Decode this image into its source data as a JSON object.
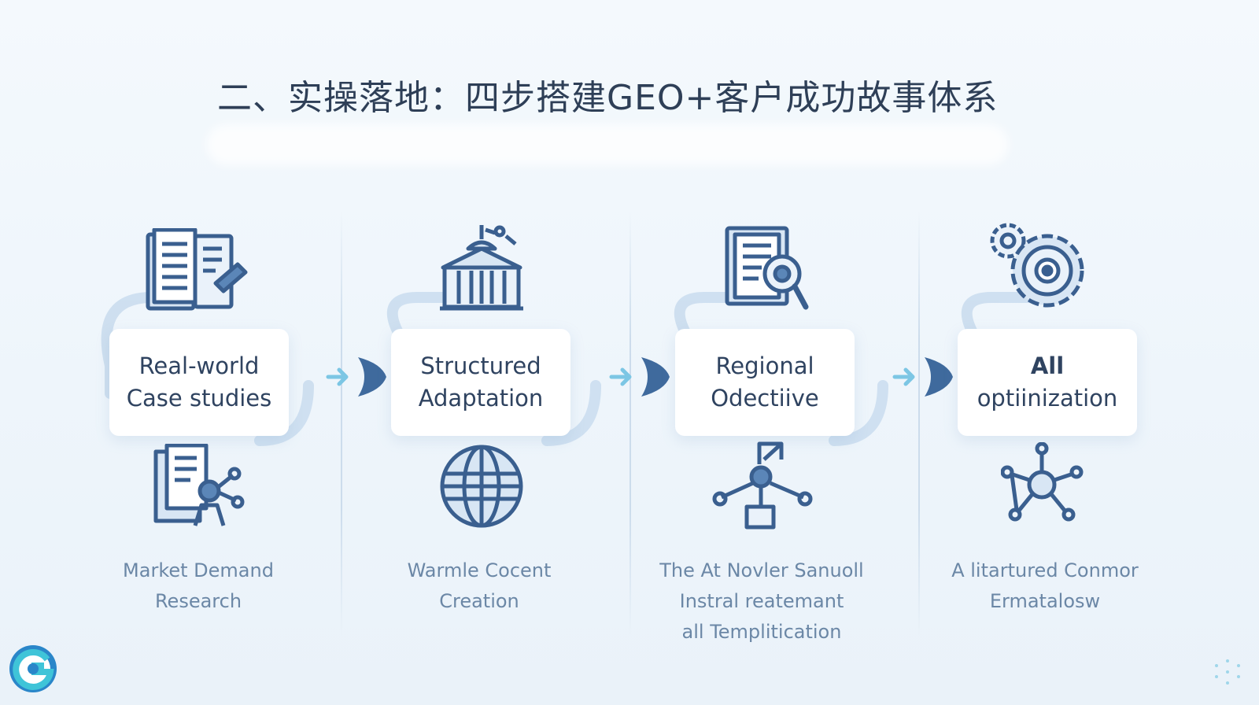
{
  "title": "二、实操落地：四步搭建GEO+客户成功故事体系",
  "steps": [
    {
      "card_line1": "Real-world",
      "card_line2": "Case studies",
      "caption_lines": [
        "Market Demand",
        "Research"
      ],
      "top_icon": "open-book-icon",
      "bottom_icon": "document-network-person-icon"
    },
    {
      "card_line1": "Structured",
      "card_line2": "Adaptation",
      "caption_lines": [
        "Warmle Cocent",
        "Creation"
      ],
      "top_icon": "building-icon",
      "bottom_icon": "globe-icon"
    },
    {
      "card_line1": "Regional",
      "card_line2": "Odectiive",
      "caption_lines": [
        "The At Novler Sanuoll",
        "Instral reatemant",
        "all Templitication"
      ],
      "top_icon": "document-magnifier-icon",
      "bottom_icon": "network-nodes-icon"
    },
    {
      "card_line1": "All",
      "card_line2": "optiinization",
      "caption_lines": [
        "A litartured Conmor",
        "Ermatalosw"
      ],
      "top_icon": "gears-icon",
      "bottom_icon": "hub-network-icon"
    }
  ],
  "colors": {
    "accent_dark": "#3f6a9d",
    "accent_light": "#7cc6e4",
    "title": "#2e3f57",
    "caption": "#6b87a6"
  }
}
